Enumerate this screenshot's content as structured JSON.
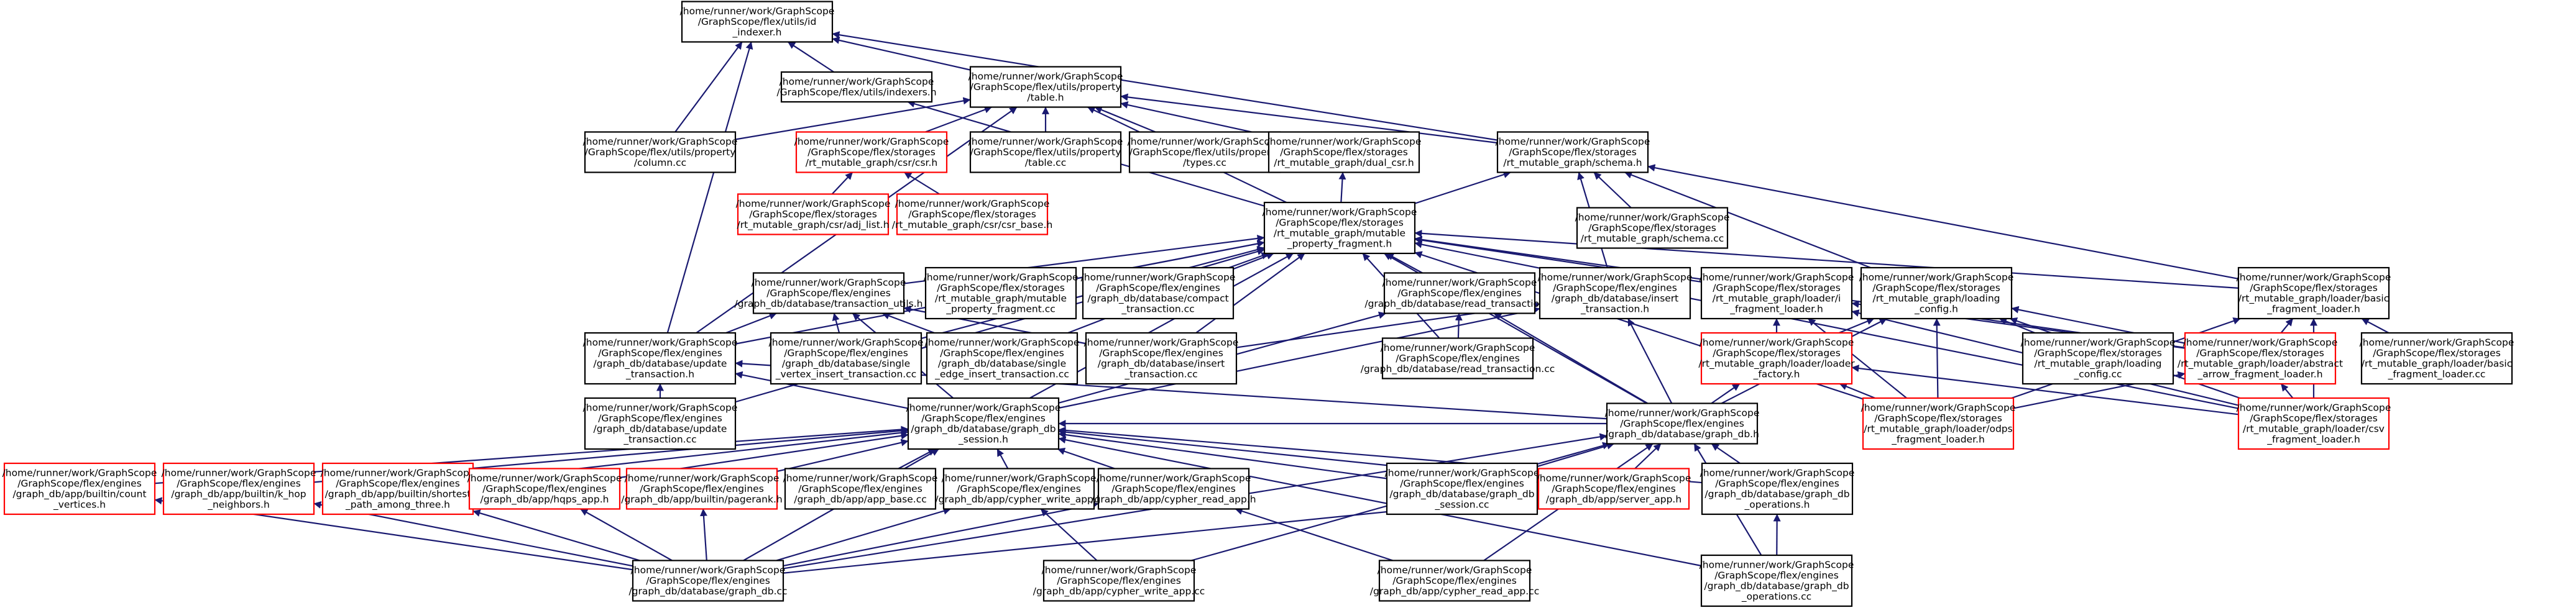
{
  "graph": {
    "colors": {
      "root_fill": "#bfbfbf",
      "normal_border": "#000000",
      "highlight_border": "#ff0000",
      "edge": "#191970",
      "background": "#ffffff"
    },
    "nodes": [
      {
        "id": "n_indexer",
        "lines": [
          "/home/runner/work/GraphScope",
          "/GraphScope/flex/utils/id",
          "_indexer.h"
        ],
        "border": "black",
        "root": true
      },
      {
        "id": "n_indexers",
        "lines": [
          "/home/runner/work/GraphScope",
          "/GraphScope/flex/utils/indexers.h"
        ],
        "border": "black"
      },
      {
        "id": "n_proptable_h",
        "lines": [
          "/home/runner/work/GraphScope",
          "/GraphScope/flex/utils/property",
          "/table.h"
        ],
        "border": "black"
      },
      {
        "id": "n_schema_h",
        "lines": [
          "/home/runner/work/GraphScope",
          "/GraphScope/flex/storages",
          "/rt_mutable_graph/schema.h"
        ],
        "border": "black"
      },
      {
        "id": "n_column_cc",
        "lines": [
          "/home/runner/work/GraphScope",
          "/GraphScope/flex/utils/property",
          "/column.cc"
        ],
        "border": "black"
      },
      {
        "id": "n_csr_h",
        "lines": [
          "/home/runner/work/GraphScope",
          "/GraphScope/flex/storages",
          "/rt_mutable_graph/csr/csr.h"
        ],
        "border": "red"
      },
      {
        "id": "n_table_cc",
        "lines": [
          "/home/runner/work/GraphScope",
          "/GraphScope/flex/utils/property",
          "/table.cc"
        ],
        "border": "black"
      },
      {
        "id": "n_types_cc",
        "lines": [
          "/home/runner/work/GraphScope",
          "/GraphScope/flex/utils/property",
          "/types.cc"
        ],
        "border": "black"
      },
      {
        "id": "n_dualcsr_h",
        "lines": [
          "/home/runner/work/GraphScope",
          "/GraphScope/flex/storages",
          "/rt_mutable_graph/dual_csr.h"
        ],
        "border": "black"
      },
      {
        "id": "n_adjlist_h",
        "lines": [
          "/home/runner/work/GraphScope",
          "/GraphScope/flex/storages",
          "/rt_mutable_graph/csr/adj_list.h"
        ],
        "border": "red"
      },
      {
        "id": "n_csrbase_h",
        "lines": [
          "/home/runner/work/GraphScope",
          "/GraphScope/flex/storages",
          "/rt_mutable_graph/csr/csr_base.h"
        ],
        "border": "red"
      },
      {
        "id": "n_mpf_h",
        "lines": [
          "/home/runner/work/GraphScope",
          "/GraphScope/flex/storages",
          "/rt_mutable_graph/mutable",
          "_property_fragment.h"
        ],
        "border": "black"
      },
      {
        "id": "n_schema_cc",
        "lines": [
          "/home/runner/work/GraphScope",
          "/GraphScope/flex/storages",
          "/rt_mutable_graph/schema.cc"
        ],
        "border": "black"
      },
      {
        "id": "n_txutils_h",
        "lines": [
          "/home/runner/work/GraphScope",
          "/GraphScope/flex/engines",
          "/graph_db/database/transaction_utils.h"
        ],
        "border": "black"
      },
      {
        "id": "n_mpf_cc",
        "lines": [
          "/home/runner/work/GraphScope",
          "/GraphScope/flex/storages",
          "/rt_mutable_graph/mutable",
          "_property_fragment.cc"
        ],
        "border": "black"
      },
      {
        "id": "n_compact_cc",
        "lines": [
          "/home/runner/work/GraphScope",
          "/GraphScope/flex/engines",
          "/graph_db/database/compact",
          "_transaction.cc"
        ],
        "border": "black"
      },
      {
        "id": "n_readtx_h",
        "lines": [
          "/home/runner/work/GraphScope",
          "/GraphScope/flex/engines",
          "/graph_db/database/read_transaction.h"
        ],
        "border": "black"
      },
      {
        "id": "n_inserttx_h",
        "lines": [
          "/home/runner/work/GraphScope",
          "/GraphScope/flex/engines",
          "/graph_db/database/insert",
          "_transaction.h"
        ],
        "border": "black"
      },
      {
        "id": "n_fragloader_h",
        "lines": [
          "/home/runner/work/GraphScope",
          "/GraphScope/flex/storages",
          "/rt_mutable_graph/loader/i",
          "_fragment_loader.h"
        ],
        "border": "black"
      },
      {
        "id": "n_loadcfg_h",
        "lines": [
          "/home/runner/work/GraphScope",
          "/GraphScope/flex/storages",
          "/rt_mutable_graph/loading",
          "_config.h"
        ],
        "border": "black"
      },
      {
        "id": "n_basicfl_h",
        "lines": [
          "/home/runner/work/GraphScope",
          "/GraphScope/flex/storages",
          "/rt_mutable_graph/loader/basic",
          "_fragment_loader.h"
        ],
        "border": "black"
      },
      {
        "id": "n_update_h",
        "lines": [
          "/home/runner/work/GraphScope",
          "/GraphScope/flex/engines",
          "/graph_db/database/update",
          "_transaction.h"
        ],
        "border": "black"
      },
      {
        "id": "n_svit_cc",
        "lines": [
          "/home/runner/work/GraphScope",
          "/GraphScope/flex/engines",
          "/graph_db/database/single",
          "_vertex_insert_transaction.cc"
        ],
        "border": "black"
      },
      {
        "id": "n_seit_cc",
        "lines": [
          "/home/runner/work/GraphScope",
          "/GraphScope/flex/engines",
          "/graph_db/database/single",
          "_edge_insert_transaction.cc"
        ],
        "border": "black"
      },
      {
        "id": "n_inserttx_cc",
        "lines": [
          "/home/runner/work/GraphScope",
          "/GraphScope/flex/engines",
          "/graph_db/database/insert",
          "_transaction.cc"
        ],
        "border": "black"
      },
      {
        "id": "n_readtx_cc",
        "lines": [
          "/home/runner/work/GraphScope",
          "/GraphScope/flex/engines",
          "/graph_db/database/read_transaction.cc"
        ],
        "border": "black"
      },
      {
        "id": "n_loaderfactory_h",
        "lines": [
          "/home/runner/work/GraphScope",
          "/GraphScope/flex/storages",
          "/rt_mutable_graph/loader/loader",
          "_factory.h"
        ],
        "border": "red"
      },
      {
        "id": "n_loadcfg_cc",
        "lines": [
          "/home/runner/work/GraphScope",
          "/GraphScope/flex/storages",
          "/rt_mutable_graph/loading",
          "_config.cc"
        ],
        "border": "black"
      },
      {
        "id": "n_abstractarrow_h",
        "lines": [
          "/home/runner/work/GraphScope",
          "/GraphScope/flex/storages",
          "/rt_mutable_graph/loader/abstract",
          "_arrow_fragment_loader.h"
        ],
        "border": "red"
      },
      {
        "id": "n_basicfl_cc",
        "lines": [
          "/home/runner/work/GraphScope",
          "/GraphScope/flex/storages",
          "/rt_mutable_graph/loader/basic",
          "_fragment_loader.cc"
        ],
        "border": "black"
      },
      {
        "id": "n_update_cc",
        "lines": [
          "/home/runner/work/GraphScope",
          "/GraphScope/flex/engines",
          "/graph_db/database/update",
          "_transaction.cc"
        ],
        "border": "black"
      },
      {
        "id": "n_session_h",
        "lines": [
          "/home/runner/work/GraphScope",
          "/GraphScope/flex/engines",
          "/graph_db/database/graph_db",
          "_session.h"
        ],
        "border": "black"
      },
      {
        "id": "n_graphdb_h",
        "lines": [
          "/home/runner/work/GraphScope",
          "/GraphScope/flex/engines",
          "/graph_db/database/graph_db.h"
        ],
        "border": "black"
      },
      {
        "id": "n_odps_h",
        "lines": [
          "/home/runner/work/GraphScope",
          "/GraphScope/flex/storages",
          "/rt_mutable_graph/loader/odps",
          "_fragment_loader.h"
        ],
        "border": "red"
      },
      {
        "id": "n_csvfl_h",
        "lines": [
          "/home/runner/work/GraphScope",
          "/GraphScope/flex/storages",
          "/rt_mutable_graph/loader/csv",
          "_fragment_loader.h"
        ],
        "border": "red"
      },
      {
        "id": "n_count_h",
        "lines": [
          "/home/runner/work/GraphScope",
          "/GraphScope/flex/engines",
          "/graph_db/app/builtin/count",
          "_vertices.h"
        ],
        "border": "red"
      },
      {
        "id": "n_khop_h",
        "lines": [
          "/home/runner/work/GraphScope",
          "/GraphScope/flex/engines",
          "/graph_db/app/builtin/k_hop",
          "_neighbors.h"
        ],
        "border": "red"
      },
      {
        "id": "n_shortest_h",
        "lines": [
          "/home/runner/work/GraphScope",
          "/GraphScope/flex/engines",
          "/graph_db/app/builtin/shortest",
          "_path_among_three.h"
        ],
        "border": "red"
      },
      {
        "id": "n_hqps_h",
        "lines": [
          "/home/runner/work/GraphScope",
          "/GraphScope/flex/engines",
          "/graph_db/app/hqps_app.h"
        ],
        "border": "red"
      },
      {
        "id": "n_pagerank_h",
        "lines": [
          "/home/runner/work/GraphScope",
          "/GraphScope/flex/engines",
          "/graph_db/app/builtin/pagerank.h"
        ],
        "border": "red"
      },
      {
        "id": "n_appbase_cc",
        "lines": [
          "/home/runner/work/GraphScope",
          "/GraphScope/flex/engines",
          "/graph_db/app/app_base.cc"
        ],
        "border": "black"
      },
      {
        "id": "n_cwrite_h",
        "lines": [
          "/home/runner/work/GraphScope",
          "/GraphScope/flex/engines",
          "/graph_db/app/cypher_write_app.h"
        ],
        "border": "black"
      },
      {
        "id": "n_cread_h",
        "lines": [
          "/home/runner/work/GraphScope",
          "/GraphScope/flex/engines",
          "/graph_db/app/cypher_read_app.h"
        ],
        "border": "black"
      },
      {
        "id": "n_session_cc",
        "lines": [
          "/home/runner/work/GraphScope",
          "/GraphScope/flex/engines",
          "/graph_db/database/graph_db",
          "_session.cc"
        ],
        "border": "black"
      },
      {
        "id": "n_server_h",
        "lines": [
          "/home/runner/work/GraphScope",
          "/GraphScope/flex/engines",
          "/graph_db/app/server_app.h"
        ],
        "border": "red"
      },
      {
        "id": "n_ops_h",
        "lines": [
          "/home/runner/work/GraphScope",
          "/GraphScope/flex/engines",
          "/graph_db/database/graph_db",
          "_operations.h"
        ],
        "border": "black"
      },
      {
        "id": "n_graphdb_cc",
        "lines": [
          "/home/runner/work/GraphScope",
          "/GraphScope/flex/engines",
          "/graph_db/database/graph_db.cc"
        ],
        "border": "black"
      },
      {
        "id": "n_cwrite_cc",
        "lines": [
          "/home/runner/work/GraphScope",
          "/GraphScope/flex/engines",
          "/graph_db/app/cypher_write_app.cc"
        ],
        "border": "black"
      },
      {
        "id": "n_cread_cc",
        "lines": [
          "/home/runner/work/GraphScope",
          "/GraphScope/flex/engines",
          "/graph_db/app/cypher_read_app.cc"
        ],
        "border": "black"
      },
      {
        "id": "n_ops_cc",
        "lines": [
          "/home/runner/work/GraphScope",
          "/GraphScope/flex/engines",
          "/graph_db/database/graph_db",
          "_operations.cc"
        ],
        "border": "black"
      }
    ],
    "edges": [
      [
        "n_indexers",
        "n_indexer"
      ],
      [
        "n_proptable_h",
        "n_indexer"
      ],
      [
        "n_schema_h",
        "n_indexer"
      ],
      [
        "n_column_cc",
        "n_indexer"
      ],
      [
        "n_update_h",
        "n_indexer"
      ],
      [
        "n_mpf_h",
        "n_indexers"
      ],
      [
        "n_column_cc",
        "n_proptable_h"
      ],
      [
        "n_csr_h",
        "n_proptable_h"
      ],
      [
        "n_table_cc",
        "n_proptable_h"
      ],
      [
        "n_types_cc",
        "n_proptable_h"
      ],
      [
        "n_dualcsr_h",
        "n_proptable_h"
      ],
      [
        "n_mpf_h",
        "n_proptable_h"
      ],
      [
        "n_schema_h",
        "n_proptable_h"
      ],
      [
        "n_update_h",
        "n_proptable_h"
      ],
      [
        "n_mpf_h",
        "n_schema_h"
      ],
      [
        "n_schema_cc",
        "n_schema_h"
      ],
      [
        "n_inserttx_h",
        "n_schema_h"
      ],
      [
        "n_loadcfg_h",
        "n_schema_h"
      ],
      [
        "n_basicfl_h",
        "n_schema_h"
      ],
      [
        "n_adjlist_h",
        "n_csr_h"
      ],
      [
        "n_csrbase_h",
        "n_csr_h"
      ],
      [
        "n_mpf_h",
        "n_dualcsr_h"
      ],
      [
        "n_txutils_h",
        "n_mpf_h"
      ],
      [
        "n_mpf_cc",
        "n_mpf_h"
      ],
      [
        "n_compact_cc",
        "n_mpf_h"
      ],
      [
        "n_readtx_h",
        "n_mpf_h"
      ],
      [
        "n_fragloader_h",
        "n_mpf_h"
      ],
      [
        "n_basicfl_h",
        "n_mpf_h"
      ],
      [
        "n_update_h",
        "n_mpf_h"
      ],
      [
        "n_svit_cc",
        "n_mpf_h"
      ],
      [
        "n_seit_cc",
        "n_mpf_h"
      ],
      [
        "n_inserttx_cc",
        "n_mpf_h"
      ],
      [
        "n_readtx_cc",
        "n_mpf_h"
      ],
      [
        "n_session_h",
        "n_mpf_h"
      ],
      [
        "n_graphdb_h",
        "n_mpf_h"
      ],
      [
        "n_update_cc",
        "n_mpf_h"
      ],
      [
        "n_abstractarrow_h",
        "n_mpf_h"
      ],
      [
        "n_odps_h",
        "n_mpf_h"
      ],
      [
        "n_csvfl_h",
        "n_mpf_h"
      ],
      [
        "n_update_h",
        "n_txutils_h"
      ],
      [
        "n_svit_cc",
        "n_txutils_h"
      ],
      [
        "n_seit_cc",
        "n_txutils_h"
      ],
      [
        "n_inserttx_cc",
        "n_txutils_h"
      ],
      [
        "n_session_h",
        "n_txutils_h"
      ],
      [
        "n_readtx_cc",
        "n_readtx_h"
      ],
      [
        "n_session_h",
        "n_readtx_h"
      ],
      [
        "n_graphdb_h",
        "n_readtx_h"
      ],
      [
        "n_inserttx_cc",
        "n_inserttx_h"
      ],
      [
        "n_session_h",
        "n_inserttx_h"
      ],
      [
        "n_graphdb_h",
        "n_inserttx_h"
      ],
      [
        "n_loaderfactory_h",
        "n_fragloader_h"
      ],
      [
        "n_abstractarrow_h",
        "n_fragloader_h"
      ],
      [
        "n_csvfl_h",
        "n_fragloader_h"
      ],
      [
        "n_odps_h",
        "n_fragloader_h"
      ],
      [
        "n_loaderfactory_h",
        "n_loadcfg_h"
      ],
      [
        "n_loadcfg_cc",
        "n_loadcfg_h"
      ],
      [
        "n_abstractarrow_h",
        "n_loadcfg_h"
      ],
      [
        "n_graphdb_h",
        "n_loadcfg_h"
      ],
      [
        "n_odps_h",
        "n_loadcfg_h"
      ],
      [
        "n_csvfl_h",
        "n_loadcfg_h"
      ],
      [
        "n_abstractarrow_h",
        "n_basicfl_h"
      ],
      [
        "n_basicfl_cc",
        "n_basicfl_h"
      ],
      [
        "n_csvfl_h",
        "n_basicfl_h"
      ],
      [
        "n_odps_h",
        "n_basicfl_h"
      ],
      [
        "n_update_cc",
        "n_update_h"
      ],
      [
        "n_session_h",
        "n_update_h"
      ],
      [
        "n_graphdb_h",
        "n_update_h"
      ],
      [
        "n_graphdb_h",
        "n_loaderfactory_h"
      ],
      [
        "n_odps_h",
        "n_loaderfactory_h"
      ],
      [
        "n_csvfl_h",
        "n_loaderfactory_h"
      ],
      [
        "n_odps_h",
        "n_abstractarrow_h"
      ],
      [
        "n_csvfl_h",
        "n_abstractarrow_h"
      ],
      [
        "n_count_h",
        "n_session_h"
      ],
      [
        "n_khop_h",
        "n_session_h"
      ],
      [
        "n_shortest_h",
        "n_session_h"
      ],
      [
        "n_hqps_h",
        "n_session_h"
      ],
      [
        "n_pagerank_h",
        "n_session_h"
      ],
      [
        "n_appbase_cc",
        "n_session_h"
      ],
      [
        "n_cwrite_h",
        "n_session_h"
      ],
      [
        "n_cread_h",
        "n_session_h"
      ],
      [
        "n_session_cc",
        "n_session_h"
      ],
      [
        "n_server_h",
        "n_session_h"
      ],
      [
        "n_ops_h",
        "n_session_h"
      ],
      [
        "n_graphdb_h",
        "n_session_h"
      ],
      [
        "n_graphdb_cc",
        "n_session_h"
      ],
      [
        "n_ops_cc",
        "n_session_h"
      ],
      [
        "n_session_cc",
        "n_graphdb_h"
      ],
      [
        "n_server_h",
        "n_graphdb_h"
      ],
      [
        "n_ops_h",
        "n_graphdb_h"
      ],
      [
        "n_graphdb_cc",
        "n_graphdb_h"
      ],
      [
        "n_cwrite_cc",
        "n_graphdb_h"
      ],
      [
        "n_cread_cc",
        "n_graphdb_h"
      ],
      [
        "n_ops_cc",
        "n_graphdb_h"
      ],
      [
        "n_graphdb_cc",
        "n_count_h"
      ],
      [
        "n_graphdb_cc",
        "n_khop_h"
      ],
      [
        "n_graphdb_cc",
        "n_shortest_h"
      ],
      [
        "n_graphdb_cc",
        "n_hqps_h"
      ],
      [
        "n_graphdb_cc",
        "n_pagerank_h"
      ],
      [
        "n_graphdb_cc",
        "n_cwrite_h"
      ],
      [
        "n_graphdb_cc",
        "n_cread_h"
      ],
      [
        "n_graphdb_cc",
        "n_server_h"
      ],
      [
        "n_cwrite_cc",
        "n_cwrite_h"
      ],
      [
        "n_cread_cc",
        "n_cread_h"
      ],
      [
        "n_ops_cc",
        "n_ops_h"
      ]
    ]
  }
}
